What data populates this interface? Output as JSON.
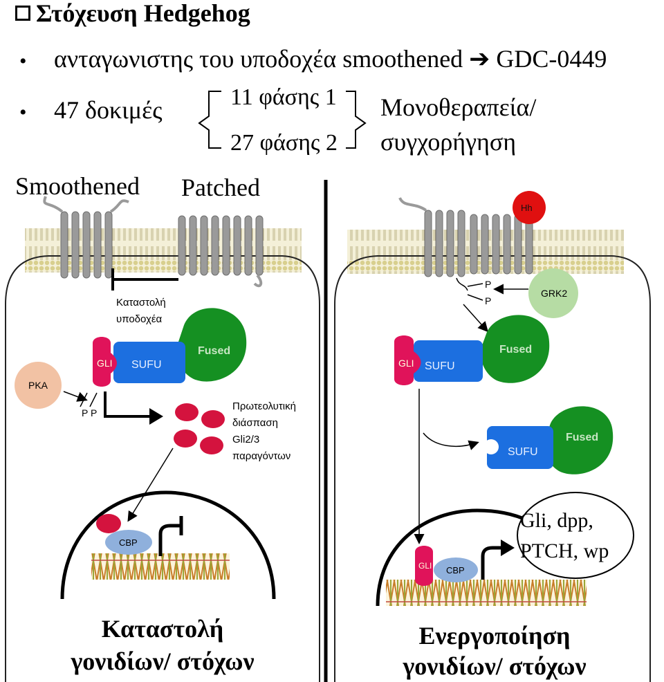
{
  "header": {
    "title": "Στόχευση Hedgehog",
    "bullet1": "ανταγωνιστης του υποδοχέα smoothened",
    "bullet1_target": "GDC-0449",
    "bullet2": "47 δοκιμές",
    "phase1": "11 φάσης 1",
    "phase2": "27 φάσης 2",
    "therapy_line1": "Μονοθεραπεία/",
    "therapy_line2": "συγχορήγηση"
  },
  "left_panel": {
    "smoothened_label": "Smoothened",
    "patched_label": "Patched",
    "receptor_repression_line1": "Καταστολή",
    "receptor_repression_line2": "υποδοχέα",
    "gli": "GLI",
    "sufu": "SUFU",
    "fused": "Fused",
    "pka": "PKA",
    "p1": "P",
    "p2": "P",
    "proteolysis_line1": "Πρωτεολυτική",
    "proteolysis_line2": "διάσπαση",
    "proteolysis_line3": "Gli2/3",
    "proteolysis_line4": "παραγόντων",
    "cbp": "CBP",
    "caption_line1": "Καταστολή",
    "caption_line2": "γονιδίων/ στόχων"
  },
  "right_panel": {
    "hh": "Hh",
    "grk2": "GRK2",
    "p1": "P",
    "p2": "P",
    "gli": "GLI",
    "sufu": "SUFU",
    "fused": "Fused",
    "sufu2": "SUFU",
    "fused2": "Fused",
    "cbp": "CBP",
    "genes_line1": "Gli, dpp,",
    "genes_line2": "PTCH, wp",
    "caption_line1": "Ενεργοποίηση",
    "caption_line2": "γονιδίων/ στόχων"
  },
  "colors": {
    "gli": "#e0135a",
    "sufu": "#1c6fe0",
    "fused": "#159022",
    "pka": "#f2c2a4",
    "hh": "#e01010",
    "grk2": "#b6dca4",
    "cbp": "#8fb0dc",
    "receptor": "#9a9a9a",
    "membrane": "#ddd4a8"
  }
}
